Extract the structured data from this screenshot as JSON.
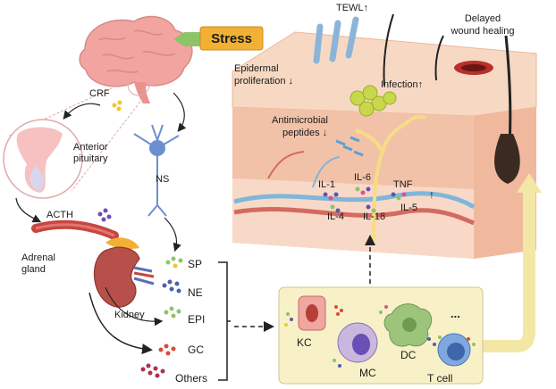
{
  "stress": {
    "label": "Stress"
  },
  "hpa": {
    "crf": "CRF",
    "anterior_pituitary": [
      "Anterior",
      "pituitary"
    ],
    "acth": "ACTH",
    "adrenal_gland": [
      "Adrenal",
      "gland"
    ],
    "kidney": "Kidney",
    "ns": "NS"
  },
  "mediators": [
    "SP",
    "NE",
    "EPI",
    "GC",
    "Others"
  ],
  "skin": {
    "tewl": "TEWL↑",
    "delayed_wound_healing": [
      "Delayed",
      "wound healing"
    ],
    "epidermal_proliferation": [
      "Epidermal",
      "proliferation ↓"
    ],
    "infection": "Infection↑",
    "antimicrobial_peptides": [
      "Antimicrobial",
      "peptides ↓"
    ],
    "cytokines": [
      "IL-1",
      "IL-6",
      "TNF",
      "IL-4",
      "IL-18",
      "IL-5"
    ],
    "up_arrow": "↑"
  },
  "cells": {
    "kc": "KC",
    "mc": "MC",
    "dc": "DC",
    "tcell": "T cell",
    "more": "..."
  },
  "colors": {
    "stress_box": "#f2b134",
    "arrow_green": "#8fc36a",
    "skin_top": "#f7d9c3",
    "dermis": "#f6d2c0",
    "panel": "#f8f1c8",
    "tcell_arrow": "#f3e7a6"
  }
}
